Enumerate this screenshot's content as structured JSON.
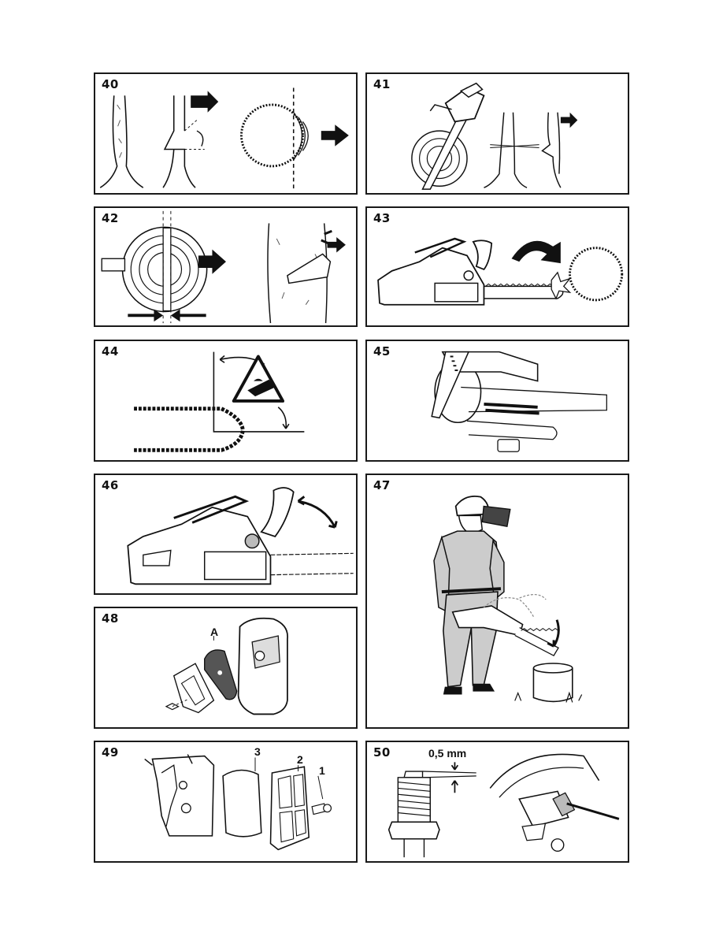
{
  "figures": [
    {
      "number": "40"
    },
    {
      "number": "41"
    },
    {
      "number": "42"
    },
    {
      "number": "43"
    },
    {
      "number": "44"
    },
    {
      "number": "45"
    },
    {
      "number": "46"
    },
    {
      "number": "47"
    },
    {
      "number": "48",
      "callouts": [
        "A"
      ]
    },
    {
      "number": "49",
      "callouts": [
        "3",
        "2",
        "1"
      ]
    },
    {
      "number": "50",
      "callouts": [
        "0,5 mm"
      ]
    }
  ]
}
